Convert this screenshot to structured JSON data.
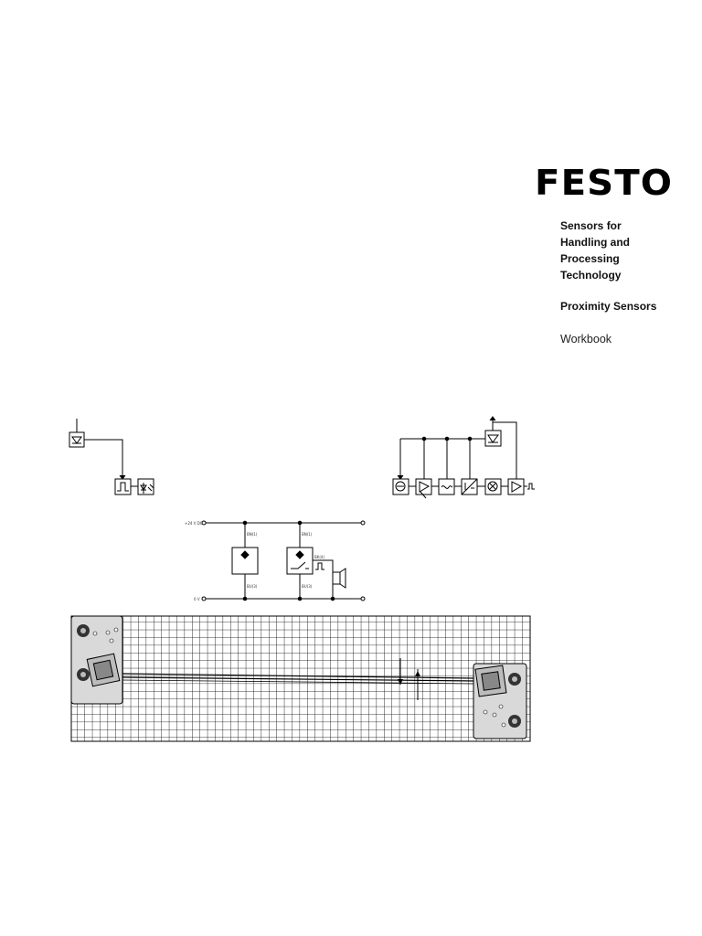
{
  "brand": {
    "logo_text": "FESTO"
  },
  "cover": {
    "title_lines": [
      "Sensors for",
      "Handling and",
      "Processing",
      "Technology"
    ],
    "subtitle": "Proximity Sensors",
    "doc_type": "Workbook"
  },
  "circuit_labels": {
    "supply": "+24 V DC",
    "ground": "0 V",
    "pin_bn_left": "BN(1)",
    "pin_bu_left": "BU(3)",
    "pin_bn_right": "BN(1)",
    "pin_bk_right": "BK(4)",
    "pin_bu_right": "BU(3)"
  }
}
